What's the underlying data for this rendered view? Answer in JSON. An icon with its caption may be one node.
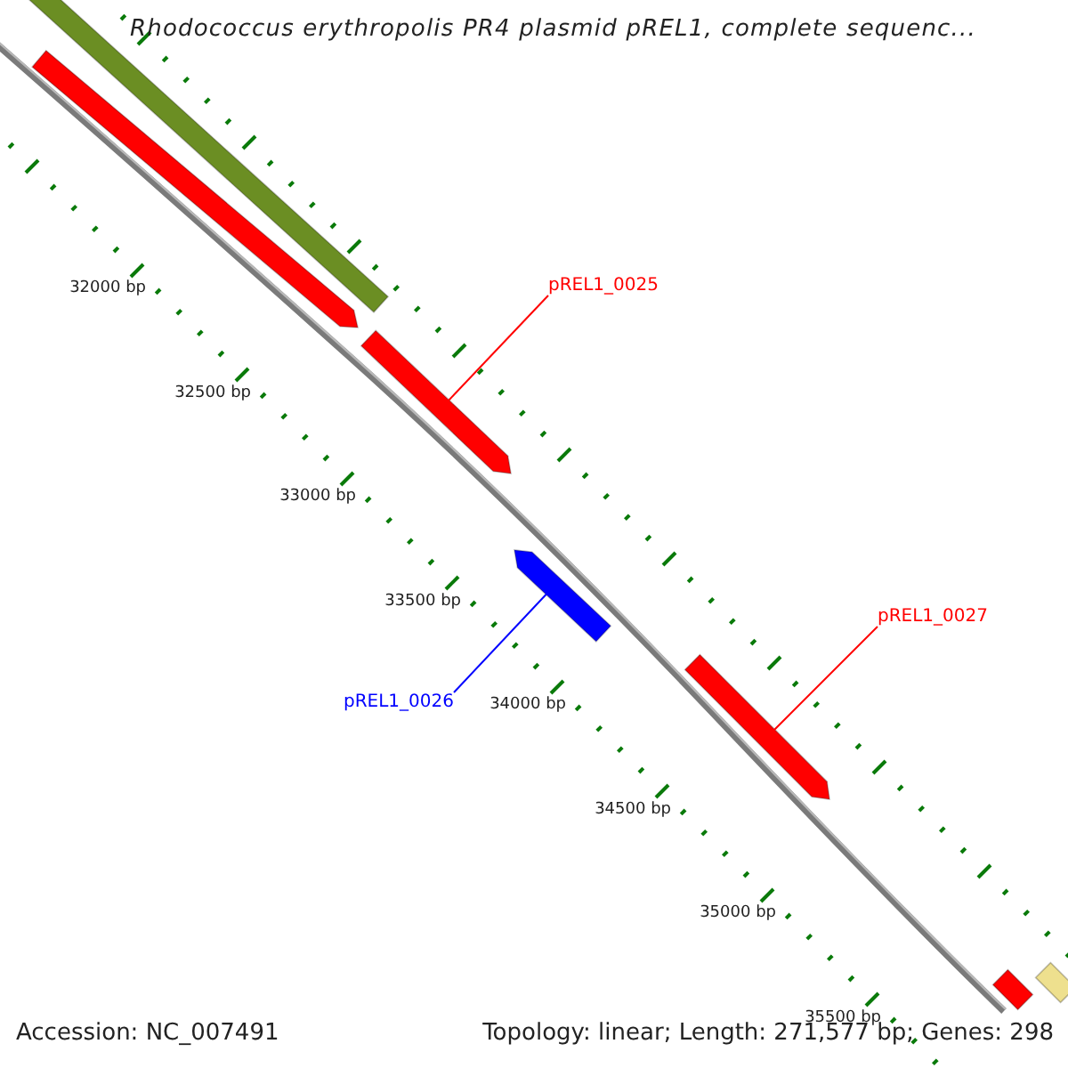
{
  "diagram": {
    "title": "Rhodococcus erythropolis PR4 plasmid pREL1, complete sequenc...",
    "nodes": [
      {
        "text": [],
        "shape": "bar"
      },
      {
        "text": [],
        "shape": "bar"
      },
      {
        "text": [
          "pREL1_0025"
        ]
      },
      {
        "text": [],
        "shape": "bar"
      },
      {
        "text": [],
        "shape": "bar"
      },
      {
        "text": [
          "pREL1_0027"
        ]
      },
      {
        "text": [
          "pREL1_0026"
        ]
      },
      {
        "text": [],
        "shape": "bar"
      },
      {
        "text": [],
        "shape": "bar"
      },
      {
        "text": [],
        "shape": "bar"
      }
    ],
    "edges": [
      {
        "from": 2,
        "to": 3,
        "arrow": "none"
      },
      {
        "from": 5,
        "to": 7,
        "arrow": "none"
      },
      {
        "from": 6,
        "to": 4,
        "arrow": "none",
        "color": "#0000ff"
      }
    ],
    "labels": [
      "32000 bp",
      "32500 bp",
      "33000 bp",
      "33500 bp",
      "34000 bp",
      "34500 bp",
      "35000 bp",
      "35500 bp",
      "Accession: NC_007491",
      "Topology: linear; Length: 271,577 bp; Genes: 298"
    ]
  }
}
